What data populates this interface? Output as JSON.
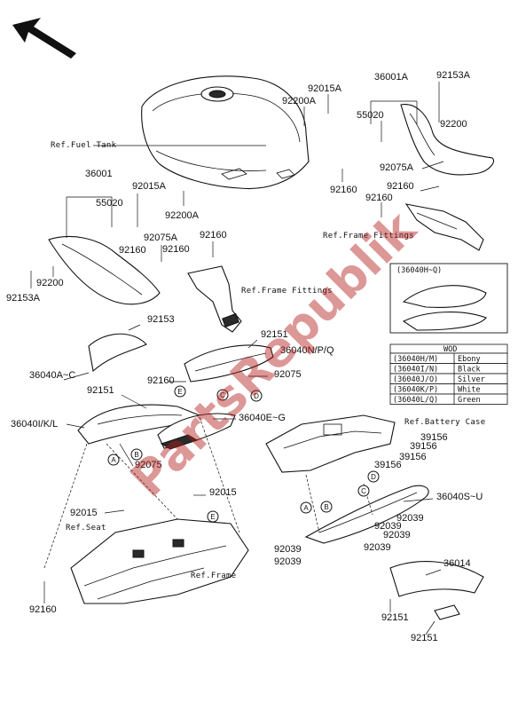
{
  "watermark": "PartsRepublik",
  "parts_table": {
    "header": "(36040H~Q)",
    "title": "WOD",
    "rows": [
      {
        "code": "(36040H/M)",
        "color": "Ebony"
      },
      {
        "code": "(36040I/N)",
        "color": "Black"
      },
      {
        "code": "(36040J/O)",
        "color": "Silver"
      },
      {
        "code": "(36040K/P)",
        "color": "White"
      },
      {
        "code": "(36040L/Q)",
        "color": "Green"
      }
    ]
  },
  "references": {
    "fuel_tank": "Ref.Fuel Tank",
    "frame_fittings_right": "Ref.Frame Fittings",
    "frame_fittings_left": "Ref.Frame Fittings",
    "battery_case": "Ref.Battery Case",
    "seat": "Ref.Seat",
    "frame": "Ref.Frame"
  },
  "callouts": [
    "A",
    "B",
    "C",
    "D",
    "E"
  ],
  "part_labels": {
    "p36001A": "36001A",
    "p92153A_top": "92153A",
    "p92015A_top": "92015A",
    "p92200A_top": "92200A",
    "p55020_top": "55020",
    "p92200_top": "92200",
    "p92075A_right": "92075A",
    "p92160_r1": "92160",
    "p92160_r2": "92160",
    "p92160_r3": "92160",
    "p36001": "36001",
    "p92015A_left": "92015A",
    "p55020_left": "55020",
    "p92200A_left": "92200A",
    "p92075A_left": "92075A",
    "p92160_l1": "92160",
    "p92160_l2": "92160",
    "p92160_l3": "92160",
    "p92200_left": "92200",
    "p92153A_left": "92153A",
    "p92153": "92153",
    "p92151_a": "92151",
    "p36040NPQ": "36040N/P/Q",
    "p36040AC": "36040A~C",
    "p92160_mid": "92160",
    "p92075_mid": "92075",
    "p92151_b": "92151",
    "p36040IKL": "36040I/K/L",
    "p36040EG": "36040E~G",
    "p92075_low": "92075",
    "p39156_a": "39156",
    "p39156_b": "39156",
    "p39156_c": "39156",
    "p39156_d": "39156",
    "p92015_a": "92015",
    "p92015_b": "92015",
    "p36040SU": "36040S~U",
    "p92039_a": "92039",
    "p92039_b": "92039",
    "p92039_c": "92039",
    "p92039_d": "92039",
    "p92039_e": "92039",
    "p92039_f": "92039",
    "p36014": "36014",
    "p92151_c": "92151",
    "p92151_d": "92151",
    "p92160_bottom": "92160"
  }
}
